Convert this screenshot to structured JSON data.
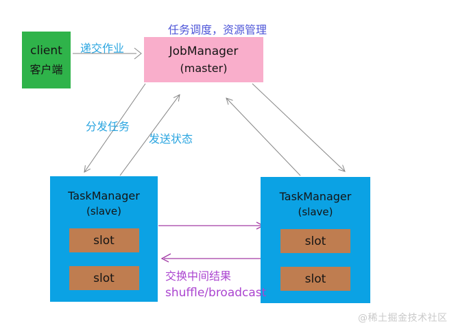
{
  "colors": {
    "background": "#ffffff",
    "client_box": "#2fb34a",
    "jobmanager_box": "#f9aecb",
    "taskmanager_box": "#0ba2e4",
    "slot_box": "#bf7d50",
    "box_text": "#141414",
    "blue_label": "#2aa5e0",
    "indigo_label": "#4d55d8",
    "purple_label": "#ab45d0",
    "purple_arrow": "#a23aa5",
    "gray_arrow": "#858585",
    "watermark_text": "#c9c9c9"
  },
  "nodes": {
    "client": {
      "title": "client",
      "subtitle": "客户端"
    },
    "job_manager": {
      "title": "JobManager",
      "subtitle": "(master)"
    },
    "task_manager_left": {
      "title": "TaskManager",
      "subtitle": "(slave)",
      "slots": [
        "slot",
        "slot"
      ]
    },
    "task_manager_right": {
      "title": "TaskManager",
      "subtitle": "(slave)",
      "slots": [
        "slot",
        "slot"
      ]
    }
  },
  "edge_labels": {
    "scheduling": "任务调度，资源管理",
    "submit_job": "递交作业",
    "distribute_tasks": "分发任务",
    "send_status": "发送状态",
    "exchange_results": "交换中间结果",
    "shuffle_broadcast": "shuffle/broadcast"
  },
  "watermark": "@稀土掘金技术社区"
}
